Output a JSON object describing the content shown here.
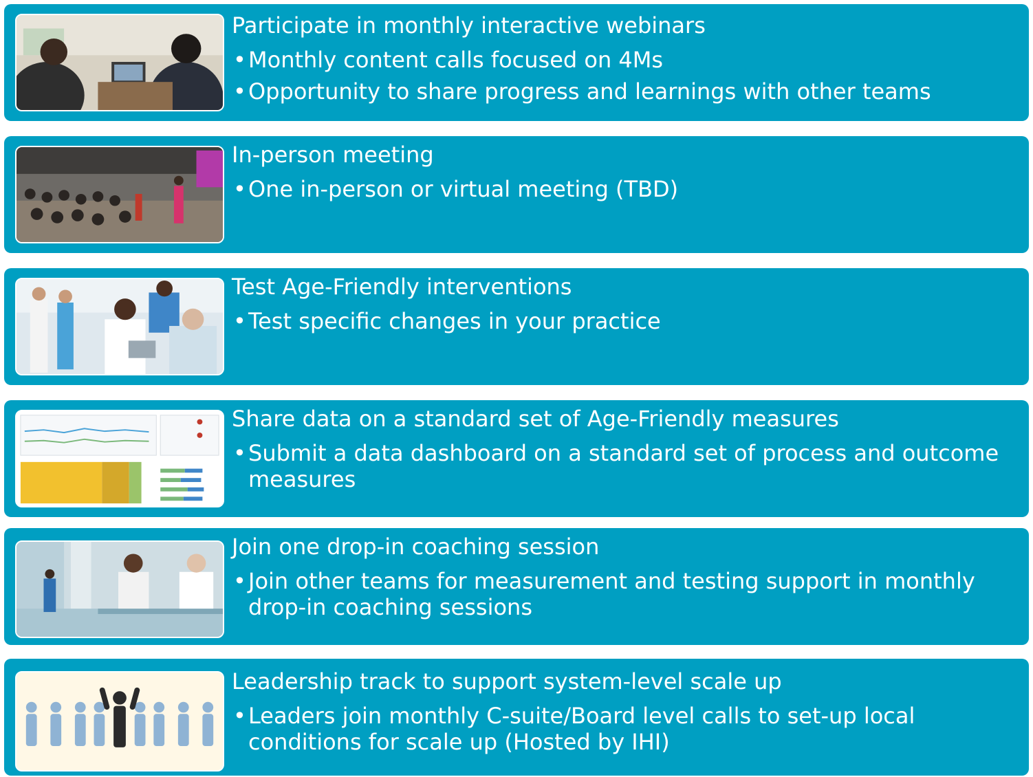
{
  "items": [
    {
      "title": "Participate in monthly interactive webinars",
      "bullets": [
        "Monthly content calls focused on 4Ms",
        "Opportunity to share progress and learnings with other teams"
      ]
    },
    {
      "title": "In-person meeting",
      "bullets": [
        "One in-person or virtual meeting (TBD)"
      ]
    },
    {
      "title": "Test Age-Friendly interventions",
      "bullets": [
        "Test specific changes in your practice"
      ]
    },
    {
      "title": "Share data on a standard set of Age-Friendly measures",
      "bullets": [
        "Submit a data dashboard on a standard set of process and outcome measures"
      ]
    },
    {
      "title": "Join one drop-in coaching session",
      "bullets": [
        "Join other teams for measurement and testing support in monthly drop-in coaching sessions"
      ]
    },
    {
      "title": "Leadership track to support system-level scale up",
      "bullets": [
        "Leaders join monthly C-suite/Board level calls to set-up local conditions for scale up (Hosted by IHI)"
      ]
    }
  ],
  "bullet_glyph": "•",
  "colors": {
    "card": "#009fc2",
    "text": "#ffffff",
    "leader_figure": "#2b2b2b",
    "team_figures": "#8fb3d4"
  }
}
